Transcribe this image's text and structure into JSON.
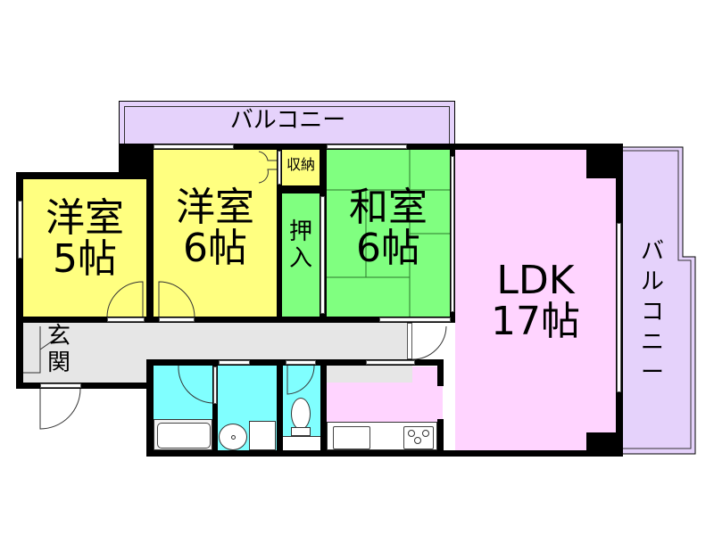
{
  "floorplan": {
    "colors": {
      "western_room": "#ffff80",
      "japanese_room": "#80ff80",
      "ldk": "#ffd4ff",
      "balcony": "#e5d2fb",
      "wet_area": "#80ffff",
      "hallway": "#e6e6e6",
      "wall": "#000000"
    },
    "rooms": {
      "western_room_1": {
        "name": "洋室",
        "size": "5帖"
      },
      "western_room_2": {
        "name": "洋室",
        "size": "6帖"
      },
      "storage": {
        "name": "収納"
      },
      "closet": {
        "name_line1": "押",
        "name_line2": "入"
      },
      "japanese_room": {
        "name": "和室",
        "size": "6帖"
      },
      "ldk": {
        "name": "LDK",
        "size": "17帖"
      },
      "entrance": {
        "name_line1": "玄",
        "name_line2": "関"
      }
    },
    "balconies": {
      "top": {
        "label": "バルコニー"
      },
      "right": {
        "label_chars": [
          "バ",
          "ル",
          "コ",
          "ニ",
          "ー"
        ]
      }
    }
  }
}
